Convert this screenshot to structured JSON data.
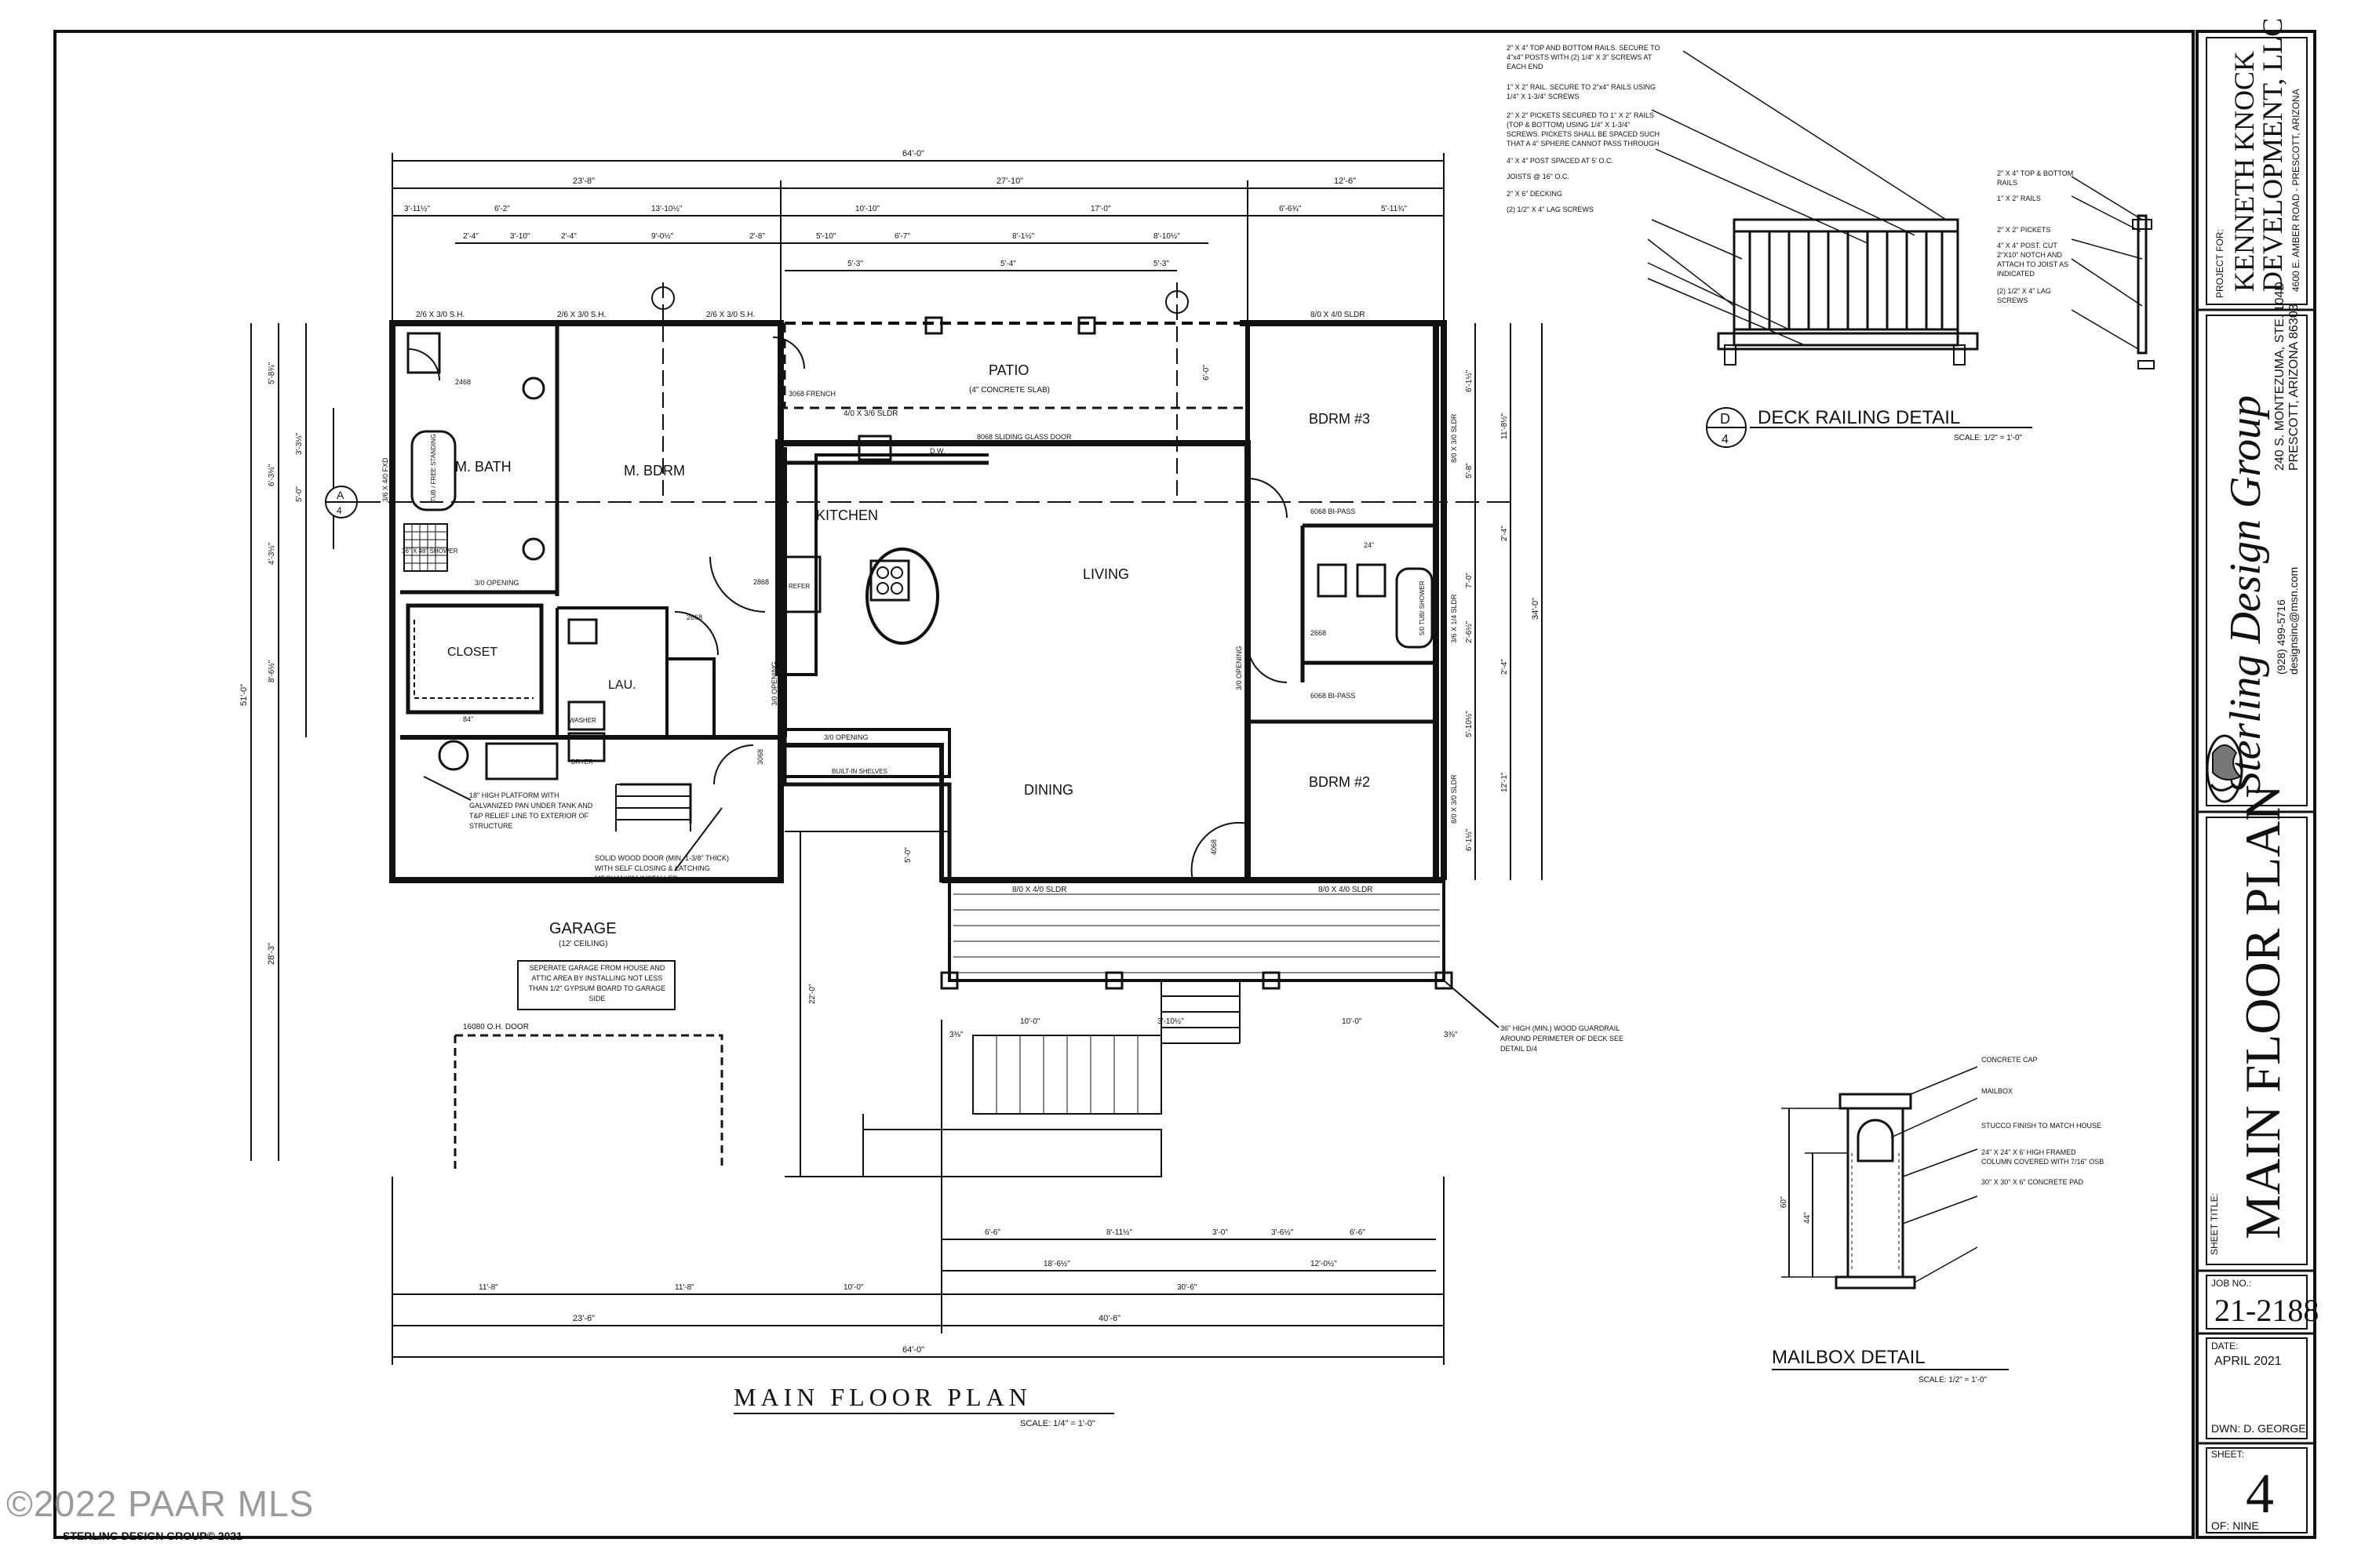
{
  "title_block": {
    "project_for_label": "PROJECT FOR:",
    "client_line1": "KENNETH KNOCK",
    "client_line2": "DEVELOPMENT, LLC",
    "client_address": "4600 E. AMBER ROAD - PRESCOTT, ARIZONA",
    "firm_name": "Sterling Design Group",
    "firm_address1": "240 S. MONTEZUMA, STE. 104D",
    "firm_address2": "PRESCOTT, ARIZONA  86303",
    "firm_phone": "(928) 499-5716",
    "firm_email": "designsinc@msn.com",
    "sheet_title_label": "SHEET TITLE:",
    "sheet_title": "MAIN FLOOR PLAN",
    "job_no_label": "JOB NO.:",
    "job_no": "21-2188",
    "date_label": "DATE:",
    "date": "APRIL  2021",
    "drawn_by": "DWN: D. GEORGE",
    "sheet_label": "SHEET:",
    "sheet_number": "4",
    "sheet_of": "OF: NINE"
  },
  "plan": {
    "title": "MAIN FLOOR PLAN",
    "scale": "SCALE: 1/4\" = 1'-0\"",
    "rooms": {
      "m_bath": "M. BATH",
      "m_bdrm": "M. BDRM",
      "kitchen": "KITCHEN",
      "living": "LIVING",
      "dining": "DINING",
      "bdrm3": "BDRM #3",
      "bdrm2": "BDRM #2",
      "closet": "CLOSET",
      "lau": "LAU.",
      "garage": "GARAGE",
      "garage_ceiling": "(12' CEILING)",
      "patio": "PATIO",
      "patio_note": "(4\" CONCRETE SLAB)"
    },
    "labels": {
      "win_a": "2/6 X 3/0 S.H.",
      "win_b": "2/6 X 3/0 S.H.",
      "win_c": "2/6 X 3/0 S.H.",
      "win_bdrm3": "8/0 X 4/0 SLDR",
      "sldr_4x36": "4/0 X 3/6 SLDR",
      "glass_door": "8068 SLIDING GLASS DOOR",
      "dw": "D.W.",
      "french": "3068 FRENCH",
      "bipass1": "6068 BI-PASS",
      "bipass2": "6068 BI-PASS",
      "opening1": "3/0 OPENING",
      "opening2": "3/0 OPENING",
      "opening3": "3/0 OPENING",
      "opening4": "3/0 OPENING",
      "shelves": "BUILT-IN SHELVES",
      "sldr_dining1": "8/0 X 4/0 SLDR",
      "sldr_dining2": "8/0 X 4/0 SLDR",
      "oh_door": "16080 O.H. DOOR",
      "shower": "36\" X 48\" SHOWER",
      "tub": "5/0 TUB/ SHOWER",
      "tub_main": "TUB / FREE STANDING",
      "washer": "WASHER",
      "dryer": "DRYER",
      "refer": "REFER",
      "door_2868": "2868",
      "door_2668a": "2668",
      "door_2668b": "2668",
      "door_2468": "2468",
      "door_3068": "3068",
      "door_4068": "4068",
      "win_side": "3/6 X 4/0 FXD",
      "win_bd3_side": "8/0 X 3/0 SLDR",
      "win_bath2": "3/6 X 1/4 SLDR",
      "win_bd2_side": "8/0 X 3/0 SLDR",
      "shelf_24": "24\"",
      "shelf_84": "84\"",
      "platform_note": "18\" HIGH PLATFORM WITH GALVANIZED PAN UNDER TANK AND T&P RELIEF LINE TO EXTERIOR OF STRUCTURE",
      "door_note": "SOLID WOOD DOOR (MIN. 1-3/8\" THICK) WITH SELF CLOSING & LATCHING MECHANISM INSTALLED",
      "garage_sep_note": "SEPERATE GARAGE FROM HOUSE AND ATTIC AREA BY INSTALLING NOT LESS THAN 1/2\" GYPSUM BOARD TO GARAGE SIDE",
      "guardrail_note": "36\" HIGH (MIN.) WOOD GUARDRAIL AROUND PERIMETER OF DECK SEE DETAIL D/4",
      "sect_a": "A",
      "sect_a_sheet": "4"
    },
    "dims_top": {
      "overall": "64'-0\"",
      "d1a": "23'-8\"",
      "d1b": "27'-10\"",
      "d1c": "12'-6\"",
      "d2a": "3'-11½\"",
      "d2b": "6'-2\"",
      "d2c": "13'-10½\"",
      "d2d": "10'-10\"",
      "d2e": "17'-0\"",
      "d2f": "6'-6¾\"",
      "d2g": "5'-11¾\"",
      "d3a": "2'-4\"",
      "d3b": "3'-10\"",
      "d3c": "2'-4\"",
      "d3d": "9'-0½\"",
      "d3e": "2'-8\"",
      "d3f": "5'-10\"",
      "d3g": "6'-7\"",
      "d3h": "8'-1½\"",
      "d3i": "8'-10½\"",
      "d4a": "5'-3\"",
      "d4b": "5'-4\"",
      "d4c": "5'-3\""
    },
    "dims_bottom": {
      "b1a": "6'-6\"",
      "b1b": "8'-11½\"",
      "b1c": "3'-0\"",
      "b1d": "3'-6½\"",
      "b1e": "6'-6\"",
      "b2a": "18'-6½\"",
      "b2b": "12'-0½\"",
      "b3a": "11'-8\"",
      "b3b": "11'-8\"",
      "b3c": "10'-0\"",
      "b3d": "30'-6\"",
      "b4a": "23'-6\"",
      "b4b": "40'-6\"",
      "overall": "64'-0\"",
      "deck_a": "10'-0\"",
      "deck_b": "3'-10½\"",
      "deck_c": "10'-0\"",
      "deck_d": "3⅜\"",
      "deck_e": "3⅜\"",
      "deck_depth": "5'-0\"",
      "stairs_run": "22'-0\""
    },
    "dims_left": {
      "overall": "51'-0\"",
      "garage": "28'-3\"",
      "l1": "5'-8¾\"",
      "l2": "3'-3½\"",
      "l3": "6'-3½\"",
      "l4": "5'-0\"",
      "l5": "4'-3½\"",
      "l6": "8'-6½\""
    },
    "dims_right": {
      "overall": "34'-0\"",
      "r1": "6'-1½\"",
      "r2": "11'-8½\"",
      "r3": "5'-8\"",
      "r4": "2'-4\"",
      "r5": "7'-0\"",
      "r6": "2'-6½\"",
      "r7": "2'-4\"",
      "r8": "5'-10½\"",
      "r9": "12'-1\"",
      "r10": "6'-1½\"",
      "r11": "6'-0\""
    }
  },
  "deck_detail": {
    "title": "DECK RAILING DETAIL",
    "marker_top": "D",
    "marker_bottom": "4",
    "scale": "SCALE: 1/2\" = 1'-0\"",
    "notes": [
      "2\" X 4\" TOP AND BOTTOM RAILS. SECURE TO 4\"x4\" POSTS WITH (2) 1/4\" X 3\" SCREWS AT EACH END",
      "1\" X 2\" RAIL. SECURE TO 2\"x4\" RAILS USING 1/4\" X 1-3/4\" SCREWS",
      "2\" X 2\" PICKETS SECURED TO 1\" X 2\" RAILS (TOP & BOTTOM) USING 1/4\" X 1-3/4\" SCREWS. PICKETS SHALL BE SPACED SUCH THAT A 4\" SPHERE CANNOT PASS THROUGH",
      "4\" X 4\" POST SPACED AT 5' O.C.",
      "JOISTS @ 16\" O.C.",
      "2\" X 6\" DECKING",
      "(2) 1/2\" X 4\" LAG SCREWS"
    ],
    "side_notes": [
      "2\" X 4\" TOP & BOTTOM RAILS",
      "1\" X 2\" RAILS",
      "2\" X 2\" PICKETS",
      "4\" X 4\" POST. CUT 2\"X10\" NOTCH AND ATTACH TO JOIST AS INDICATED",
      "(2) 1/2\" X 4\" LAG SCREWS"
    ]
  },
  "mailbox_detail": {
    "title": "MAILBOX DETAIL",
    "scale": "SCALE: 1/2\" = 1'-0\"",
    "dim_a": "60\"",
    "dim_b": "44\"",
    "notes": [
      "CONCRETE CAP",
      "MAILBOX",
      "STUCCO FINISH TO MATCH HOUSE",
      "24\" X 24\" X 6' HIGH FRAMED COLUMN COVERED WITH 7/16\" OSB",
      "30\" X 30\" X 6\" CONCRETE PAD"
    ]
  },
  "footer": {
    "watermark": "©2022 PAAR MLS",
    "copyright": "STERLING DESIGN GROUP© 2021"
  }
}
